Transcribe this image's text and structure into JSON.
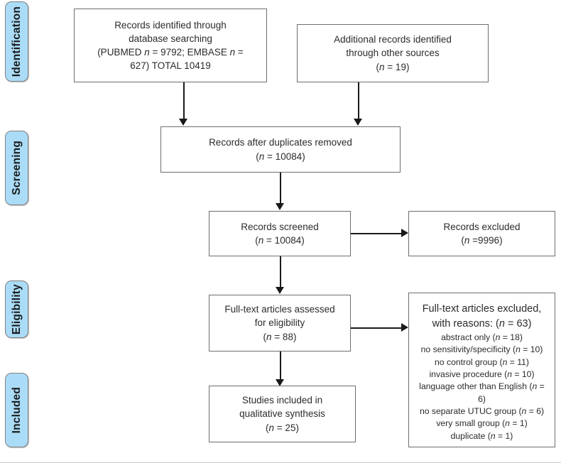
{
  "diagram": {
    "type": "prisma-flow-diagram",
    "stages": [
      {
        "key": "identification",
        "label": "Identification"
      },
      {
        "key": "screening",
        "label": "Screening"
      },
      {
        "key": "eligibility",
        "label": "Eligibility"
      },
      {
        "key": "included",
        "label": "Included"
      }
    ],
    "colors": {
      "stage_pill_fill": "#aadcf7",
      "stage_pill_border": "#808080",
      "box_border": "#6e6e6e",
      "connector": "#1a1a1a",
      "text": "#2b2b2b",
      "background": "#ffffff"
    },
    "boxes": {
      "records_identified": {
        "line1": "Records identified through",
        "line2": "database searching",
        "line3_a": "(PUBMED ",
        "line3_i": "n",
        "line3_b": " = 9792; EMBASE ",
        "line3_i2": "n",
        "line3_c": " =",
        "line4": "627) TOTAL 10419"
      },
      "additional_records": {
        "line1": "Additional records identified",
        "line2": "through other sources",
        "line3_a": "(",
        "line3_i": "n",
        "line3_b": " = 19)"
      },
      "after_duplicates": {
        "line1": "Records after duplicates removed",
        "line2_a": "(",
        "line2_i": "n",
        "line2_b": " = 10084)"
      },
      "records_screened": {
        "line1": "Records screened",
        "line2_a": "(",
        "line2_i": "n",
        "line2_b": " = 10084)"
      },
      "records_excluded": {
        "line1": "Records excluded",
        "line2_a": "(",
        "line2_i": "n",
        "line2_b": " =9996)"
      },
      "fulltext_assessed": {
        "line1": "Full-text articles assessed",
        "line2": "for eligibility",
        "line3_a": "(",
        "line3_i": "n",
        "line3_b": " = 88)"
      },
      "fulltext_excluded": {
        "head1": "Full-text articles excluded,",
        "head2_a": "with reasons: (",
        "head2_i": "n",
        "head2_b": " = 63)",
        "reasons": [
          {
            "text_a": "abstract only (",
            "i": "n",
            "text_b": " = 18)"
          },
          {
            "text_a": "no sensitivity/specificity (",
            "i": "n",
            "text_b": " = 10)"
          },
          {
            "text_a": "no control group (",
            "i": "n",
            "text_b": " = 11)"
          },
          {
            "text_a": "invasive procedure (",
            "i": "n",
            "text_b": " = 10)"
          },
          {
            "text_a": "language other than English (",
            "i": "n",
            "text_b": " ="
          },
          {
            "text_a": "6)",
            "i": "",
            "text_b": ""
          },
          {
            "text_a": "no separate UTUC group (",
            "i": "n",
            "text_b": " = 6)"
          },
          {
            "text_a": "very small group (",
            "i": "n",
            "text_b": " = 1)"
          },
          {
            "text_a": "duplicate (",
            "i": "n",
            "text_b": " = 1)"
          }
        ]
      },
      "studies_included": {
        "line1": "Studies included in",
        "line2": "qualitative synthesis",
        "line3_a": "(",
        "line3_i": "n",
        "line3_b": " = 25)"
      }
    },
    "counts": {
      "pubmed": 9792,
      "embase": 627,
      "total_identified": 10419,
      "additional_sources": 19,
      "after_duplicates": 10084,
      "screened": 10084,
      "excluded_screening": 9996,
      "fulltext_assessed": 88,
      "fulltext_excluded": 63,
      "included": 25,
      "exclusion_reasons": {
        "abstract_only": 18,
        "no_sensitivity_specificity": 10,
        "no_control_group": 11,
        "invasive_procedure": 10,
        "language_other_than_english": 6,
        "no_separate_utuc_group": 6,
        "very_small_group": 1,
        "duplicate": 1
      }
    }
  }
}
